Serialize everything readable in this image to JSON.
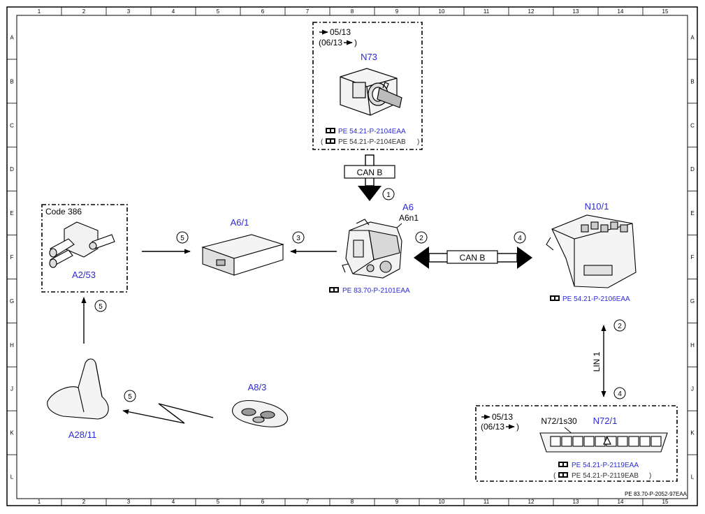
{
  "frame": {
    "columns": [
      "1",
      "2",
      "3",
      "4",
      "5",
      "6",
      "7",
      "8",
      "9",
      "10",
      "11",
      "12",
      "13",
      "14",
      "15"
    ],
    "rows": [
      "A",
      "B",
      "C",
      "D",
      "E",
      "F",
      "G",
      "H",
      "J",
      "K",
      "L"
    ],
    "doc_number": "PE 83.70-P-2052-97EAA"
  },
  "n73_box": {
    "date_range_1": "05/13",
    "date_range_2_open": "(06/13",
    "date_range_2_close": ")",
    "label": "N73",
    "ref1": "PE 54.21-P-2104EAA",
    "ref2": "PE 54.21-P-2104EAB",
    "ref2_open": "(",
    "ref2_close": ")"
  },
  "can_b_top": {
    "label": "CAN B",
    "step": "1"
  },
  "a6": {
    "label": "A6",
    "sub_label": "A6n1",
    "ref": "PE 83.70-P-2101EAA"
  },
  "a6_1": {
    "label": "A6/1"
  },
  "code_box": {
    "code": "Code 386",
    "label": "A2/53"
  },
  "n10": {
    "label": "N10/1",
    "ref": "PE 54.21-P-2106EAA"
  },
  "can_b_side": {
    "label": "CAN B",
    "step_left": "2",
    "step_right": "4"
  },
  "arrow_a6_to_a61": {
    "step": "3"
  },
  "arrow_a253_to_a61": {
    "step": "5"
  },
  "arrow_a2811_up": {
    "step": "5"
  },
  "radio_link": {
    "step": "5"
  },
  "a28_11": {
    "label": "A28/11"
  },
  "a8_3": {
    "label": "A8/3"
  },
  "lin": {
    "label": "LIN 1",
    "step_top": "2",
    "step_bottom": "4"
  },
  "n72_box": {
    "date_range_1": "05/13",
    "date_range_2_open": "(06/13",
    "date_range_2_close": ")",
    "switch_label": "N72/1s30",
    "label": "N72/1",
    "ref1": "PE 54.21-P-2119EAA",
    "ref2": "PE 54.21-P-2119EAB",
    "ref2_open": "(",
    "ref2_close": ")"
  },
  "colors": {
    "label_blue": "#2b2bd6",
    "line": "#000000"
  }
}
